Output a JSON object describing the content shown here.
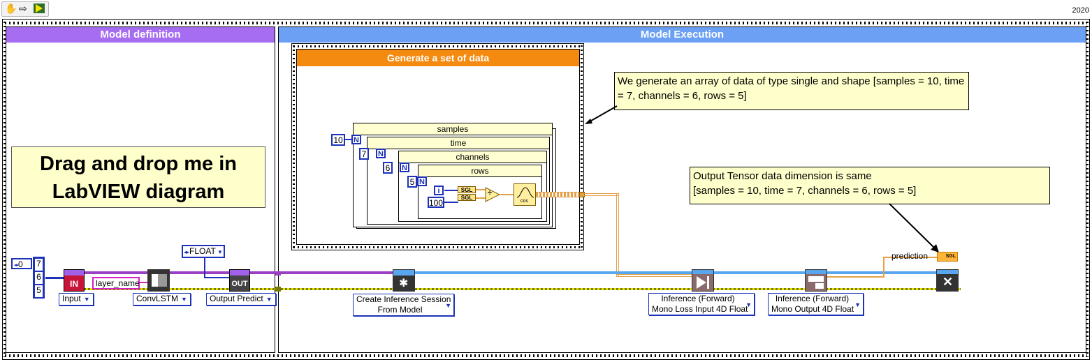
{
  "toolbar": {
    "version": "2020",
    "buttons": [
      {
        "icon": "hand-tool-icon"
      },
      {
        "icon": "forward-arrow-icon"
      },
      {
        "icon": "run-arrow-icon"
      }
    ]
  },
  "model_definition": {
    "title": "Model definition",
    "drag_note": "Drag and drop me in LabVIEW diagram",
    "array_index": "0",
    "array_values": [
      "7",
      "6",
      "5"
    ],
    "in_label": "IN",
    "layer_name": "layer_name",
    "float_label": "FLOAT",
    "out_label": "OUT",
    "input_selector": "Input",
    "convlstm_selector": "ConvLSTM",
    "output_predict_selector": "Output Predict"
  },
  "model_execution": {
    "title": "Model Execution",
    "generate_title": "Generate a set of data",
    "note_top": "We generate an array of data of type single and shape [samples = 10, time = 7, channels = 6, rows = 5]",
    "note_output_line1": "Output Tensor data dimension is same",
    "note_output_line2": "[samples = 10, time = 7, channels = 6, rows = 5]",
    "loops": [
      {
        "label": "samples",
        "count": "10"
      },
      {
        "label": "time",
        "count": "7"
      },
      {
        "label": "channels",
        "count": "6"
      },
      {
        "label": "rows",
        "count": "5"
      }
    ],
    "n_terminal": "N",
    "i_terminal": "i",
    "const_100": "100",
    "sgl_label": "SGL",
    "divide_symbol": "÷",
    "cos_label": "cos",
    "prediction_label": "prediction",
    "sgl_indicator": "SGL",
    "create_session": [
      "Create Inference Session",
      "From Model"
    ],
    "inference_loss": [
      "Inference (Forward)",
      "Mono Loss Input 4D Float"
    ],
    "inference_output": [
      "Inference (Forward)",
      "Mono Output 4D Float"
    ]
  },
  "colors": {
    "model_def_header": "#a66cf2",
    "model_exec_header": "#6ba0f5",
    "generate_header": "#f58a10",
    "wire_purple": "#9b3fc5",
    "wire_blue": "#58a6ee",
    "wire_orange": "#e3a048"
  }
}
